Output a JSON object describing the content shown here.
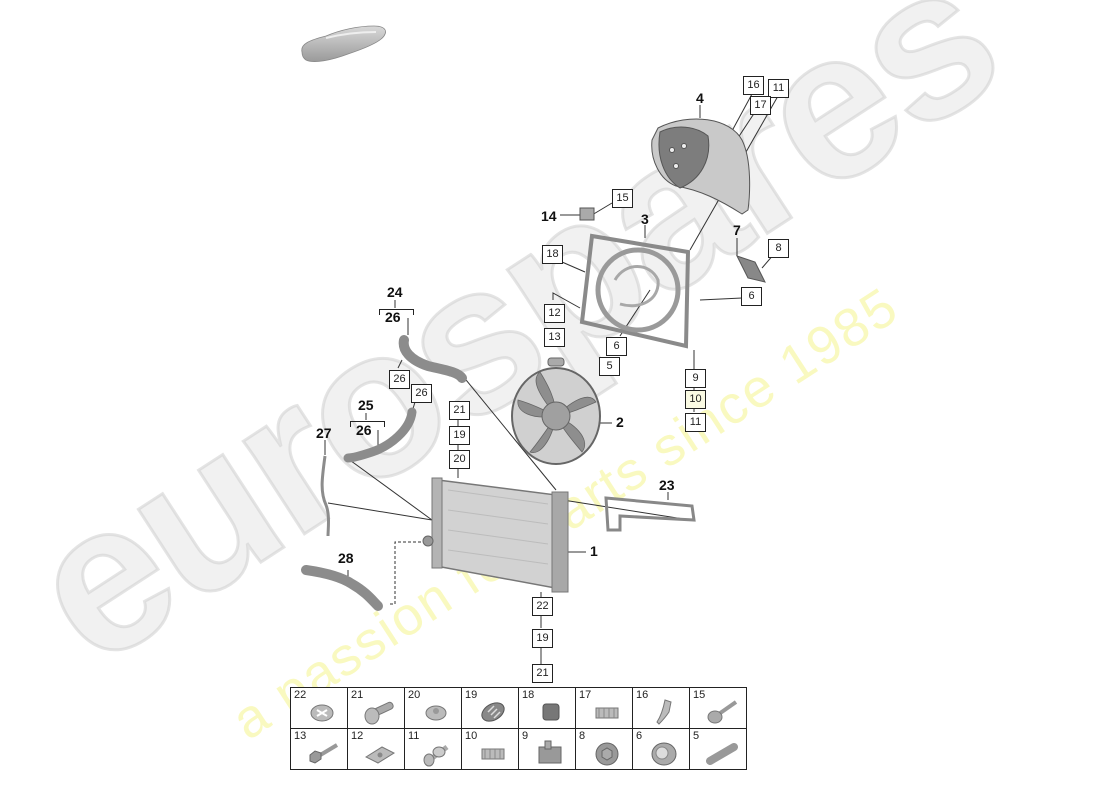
{
  "diagram": {
    "type": "exploded parts diagram",
    "subject": "Radiator / cooling fan assembly",
    "car_silhouette_icon": "car-thumbnail-icon"
  },
  "watermark": {
    "brand": "eurospares",
    "slogan": "a passion for parts since 1985",
    "brand_color": "#e4e4e4",
    "slogan_color": "#f4f49a"
  },
  "callouts": {
    "bold": [
      {
        "id": "1",
        "label": "1"
      },
      {
        "id": "2",
        "label": "2"
      },
      {
        "id": "3",
        "label": "3"
      },
      {
        "id": "4",
        "label": "4"
      },
      {
        "id": "7",
        "label": "7"
      },
      {
        "id": "14",
        "label": "14"
      },
      {
        "id": "23",
        "label": "23"
      },
      {
        "id": "24",
        "label": "24"
      },
      {
        "id": "24_26",
        "label": "26"
      },
      {
        "id": "25",
        "label": "25"
      },
      {
        "id": "25_26",
        "label": "26"
      },
      {
        "id": "27",
        "label": "27"
      },
      {
        "id": "28",
        "label": "28"
      }
    ],
    "boxed": [
      {
        "id": "b16",
        "label": "16"
      },
      {
        "id": "b11_top",
        "label": "11"
      },
      {
        "id": "b17",
        "label": "17"
      },
      {
        "id": "b15",
        "label": "15"
      },
      {
        "id": "b18",
        "label": "18"
      },
      {
        "id": "b8",
        "label": "8"
      },
      {
        "id": "b6_right",
        "label": "6"
      },
      {
        "id": "b12",
        "label": "12"
      },
      {
        "id": "b13",
        "label": "13"
      },
      {
        "id": "b6_mid",
        "label": "6"
      },
      {
        "id": "b5",
        "label": "5"
      },
      {
        "id": "b9",
        "label": "9"
      },
      {
        "id": "b10",
        "label": "10"
      },
      {
        "id": "b11_bottom",
        "label": "11"
      },
      {
        "id": "b26_a",
        "label": "26"
      },
      {
        "id": "b26_b",
        "label": "26"
      },
      {
        "id": "b21_top",
        "label": "21"
      },
      {
        "id": "b19_top",
        "label": "19"
      },
      {
        "id": "b20",
        "label": "20"
      },
      {
        "id": "b22",
        "label": "22"
      },
      {
        "id": "b19_bottom",
        "label": "19"
      },
      {
        "id": "b21_bottom",
        "label": "21"
      }
    ]
  },
  "parts_table": {
    "rows": [
      [
        {
          "num": "22",
          "icon": "speed-nut-icon"
        },
        {
          "num": "21",
          "icon": "pan-head-screw-icon"
        },
        {
          "num": "20",
          "icon": "clip-nut-icon"
        },
        {
          "num": "19",
          "icon": "rubber-mount-icon"
        },
        {
          "num": "18",
          "icon": "rubber-buffer-icon"
        },
        {
          "num": "17",
          "icon": "spring-clip-icon"
        },
        {
          "num": "16",
          "icon": "bracket-icon"
        },
        {
          "num": "15",
          "icon": "flange-bolt-icon"
        }
      ],
      [
        {
          "num": "13",
          "icon": "hex-bolt-icon"
        },
        {
          "num": "12",
          "icon": "plate-nut-icon"
        },
        {
          "num": "11",
          "icon": "expanding-rivet-icon"
        },
        {
          "num": "10",
          "icon": "spring-clip-icon"
        },
        {
          "num": "9",
          "icon": "holder-icon"
        },
        {
          "num": "8",
          "icon": "hex-nut-icon"
        },
        {
          "num": "6",
          "icon": "grommet-icon"
        },
        {
          "num": "5",
          "icon": "sleeve-icon"
        }
      ]
    ]
  }
}
